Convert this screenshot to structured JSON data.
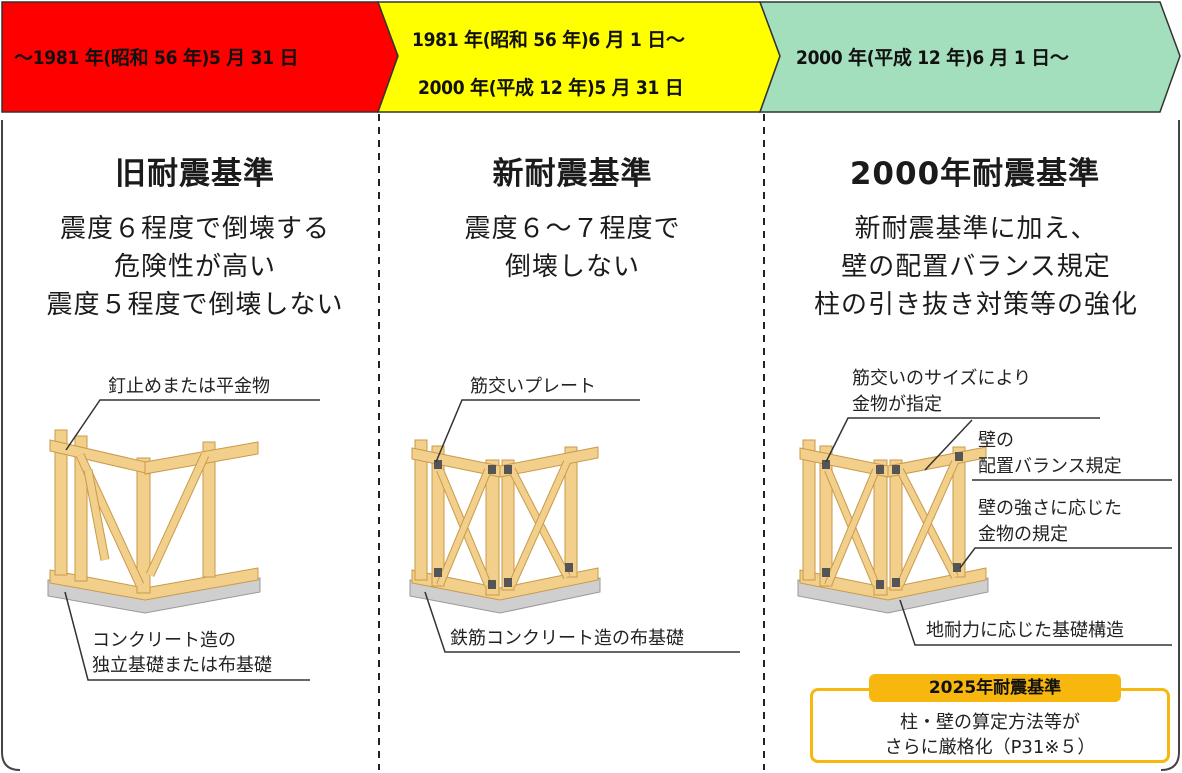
{
  "periods": [
    {
      "line1": "〜1981 年(昭和 56 年)5 月 31 日",
      "line2": "",
      "color": "#ff0000"
    },
    {
      "line1": "1981 年(昭和 56 年)6 月 1 日〜",
      "line2": "2000 年(平成 12 年)5 月 31 日",
      "color": "#ffff00"
    },
    {
      "line1": "2000 年(平成 12 年)6 月 1 日〜",
      "line2": "",
      "color": "#a4dfbd"
    }
  ],
  "columns": [
    {
      "title": "旧耐震基準",
      "desc": [
        "震度６程度で倒壊する",
        "危険性が高い",
        "震度５程度で倒壊しない"
      ],
      "labels": {
        "top": "釘止めまたは平金物",
        "bottom1": "コンクリート造の",
        "bottom2": "独立基礎または布基礎"
      }
    },
    {
      "title": "新耐震基準",
      "desc": [
        "震度６〜７程度で",
        "倒壊しない"
      ],
      "labels": {
        "top": "筋交いプレート",
        "bottom1": "鉄筋コンクリート造の布基礎"
      }
    },
    {
      "title": "2000年耐震基準",
      "desc": [
        "新耐震基準に加え、",
        "壁の配置バランス規定",
        "柱の引き抜き対策等の強化"
      ],
      "labels": {
        "top1": "筋交いのサイズにより",
        "top2": "金物が指定",
        "mid1a": "壁の",
        "mid1b": "配置バランス規定",
        "mid2a": "壁の強さに応じた",
        "mid2b": "金物の規定",
        "bottom1": "地耐力に応じた基礎構造"
      }
    }
  ],
  "note": {
    "title": "2025年耐震基準",
    "line1": "柱・壁の算定方法等が",
    "line2": "さらに厳格化（P31※５）",
    "color": "#f7b70f"
  },
  "colors": {
    "wood": "#f2cf8a",
    "wood_edge": "#c99a4a",
    "concrete": "#cfcfcf",
    "metal": "#555555"
  }
}
